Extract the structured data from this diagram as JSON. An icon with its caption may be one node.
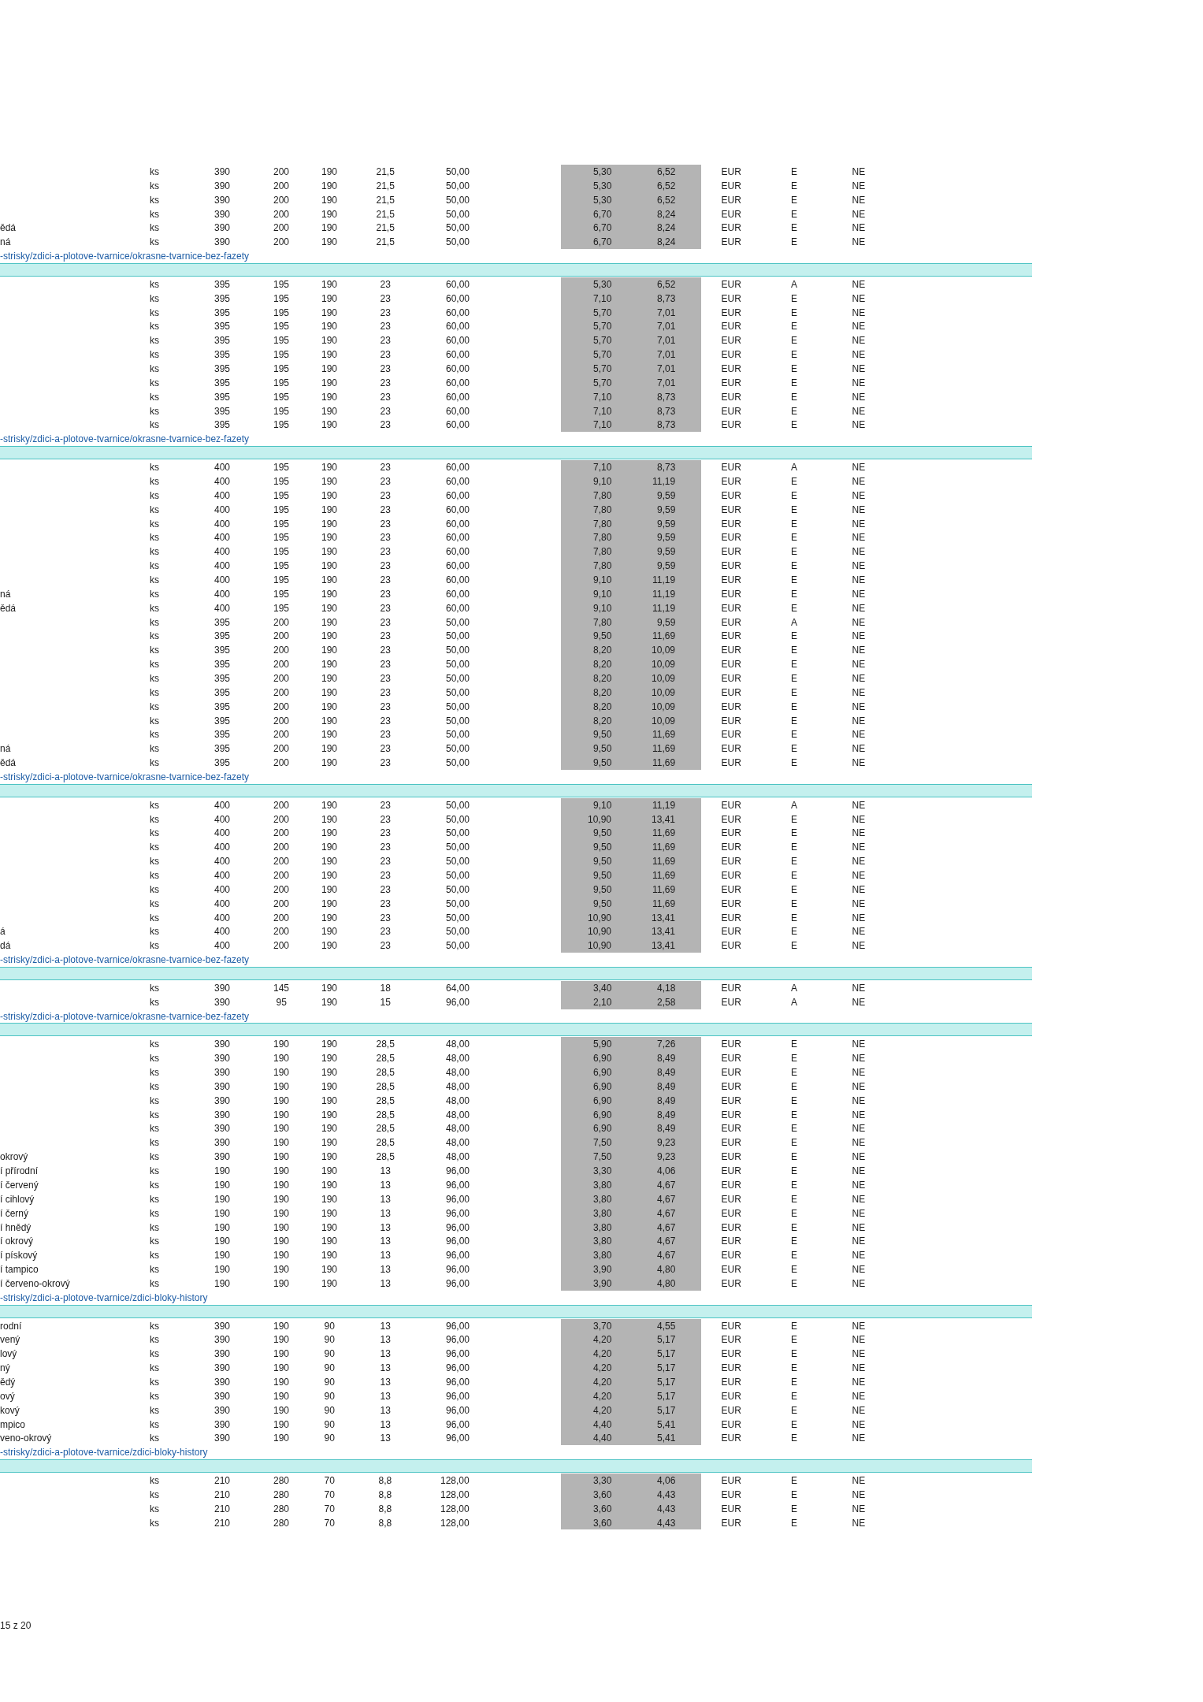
{
  "diagram": {
    "nodes": [
      {
        "text": [],
        "shape": "bar"
      },
      {
        "text": [],
        "shape": "bar"
      },
      {
        "text": [],
        "shape": "bar"
      },
      {
        "text": [],
        "shape": "bar"
      },
      {
        "text": [],
        "shape": "bar"
      },
      {
        "text": [],
        "shape": "bar"
      },
      {
        "text": [],
        "shape": "bar"
      }
    ],
    "labels": [
      "ks",
      "390",
      "200",
      "190",
      "21,5",
      "50,00",
      "5,30",
      "6,52",
      "EUR",
      "E",
      "NE",
      "ks",
      "390",
      "200",
      "190",
      "21,5",
      "50,00",
      "5,30",
      "6,52",
      "EUR",
      "E",
      "NE",
      "ks",
      "390",
      "200",
      "190",
      "21,5",
      "50,00",
      "5,30",
      "6,52",
      "EUR",
      "E",
      "NE",
      "ks",
      "390",
      "200",
      "190",
      "21,5",
      "50,00",
      "6,70",
      "8,24",
      "EUR",
      "E",
      "NE",
      "ědá",
      "ks",
      "390",
      "200",
      "190",
      "21,5",
      "50,00",
      "6,70",
      "8,24",
      "EUR",
      "E",
      "NE",
      "ná",
      "ks",
      "390",
      "200",
      "190",
      "21,5",
      "50,00",
      "6,70",
      "8,24",
      "EUR",
      "E",
      "NE",
      "-strisky/zdici-a-plotove-tvarnice/okrasne-tvarnice-bez-fazety",
      "ks",
      "395",
      "195",
      "190",
      "23",
      "60,00",
      "5,30",
      "6,52",
      "EUR",
      "A",
      "NE",
      "ks",
      "395",
      "195",
      "190",
      "23",
      "60,00",
      "7,10",
      "8,73",
      "EUR",
      "E",
      "NE",
      "ks",
      "395",
      "195",
      "190",
      "23",
      "60,00",
      "5,70",
      "7,01",
      "EUR",
      "E",
      "NE",
      "ks",
      "395",
      "195",
      "190",
      "23",
      "60,00",
      "5,70",
      "7,01",
      "EUR",
      "E",
      "NE",
      "ks",
      "395",
      "195",
      "190",
      "23",
      "60,00",
      "5,70",
      "7,01",
      "EUR",
      "E",
      "NE",
      "ks",
      "395",
      "195",
      "190",
      "23",
      "60,00",
      "5,70",
      "7,01",
      "EUR",
      "E",
      "NE",
      "ks",
      "395",
      "195",
      "190",
      "23",
      "60,00",
      "5,70",
      "7,01",
      "EUR",
      "E",
      "NE",
      "ks",
      "395",
      "195",
      "190",
      "23",
      "60,00",
      "5,70",
      "7,01",
      "EUR",
      "E",
      "NE",
      "ks",
      "395",
      "195",
      "190",
      "23",
      "60,00",
      "7,10",
      "8,73",
      "EUR",
      "E",
      "NE",
      "ks",
      "395",
      "195",
      "190",
      "23",
      "60,00",
      "7,10",
      "8,73",
      "EUR",
      "E",
      "NE",
      "ks",
      "395",
      "195",
      "190",
      "23",
      "60,00",
      "7,10",
      "8,73",
      "EUR",
      "E",
      "NE",
      "-strisky/zdici-a-plotove-tvarnice/okrasne-tvarnice-bez-fazety",
      "ks",
      "400",
      "195",
      "190",
      "23",
      "60,00",
      "7,10",
      "8,73",
      "EUR",
      "A",
      "NE",
      "ks",
      "400",
      "195",
      "190",
      "23",
      "60,00",
      "9,10",
      "11,19",
      "EUR",
      "E",
      "NE",
      "ks",
      "400",
      "195",
      "190",
      "23",
      "60,00",
      "7,80",
      "9,59",
      "EUR",
      "E",
      "NE",
      "ks",
      "400",
      "195",
      "190",
      "23",
      "60,00",
      "7,80",
      "9,59",
      "EUR",
      "E",
      "NE",
      "ks",
      "400",
      "195",
      "190",
      "23",
      "60,00",
      "7,80",
      "9,59",
      "EUR",
      "E",
      "NE",
      "ks",
      "400",
      "195",
      "190",
      "23",
      "60,00",
      "7,80",
      "9,59",
      "EUR",
      "E",
      "NE",
      "ks",
      "400",
      "195",
      "190",
      "23",
      "60,00",
      "7,80",
      "9,59",
      "EUR",
      "E",
      "NE",
      "ks",
      "400",
      "195",
      "190",
      "23",
      "60,00",
      "7,80",
      "9,59",
      "EUR",
      "E",
      "NE",
      "ks",
      "400",
      "195",
      "190",
      "23",
      "60,00",
      "9,10",
      "11,19",
      "EUR",
      "E",
      "NE",
      "ná",
      "ks",
      "400",
      "195",
      "190",
      "23",
      "60,00",
      "9,10",
      "11,19",
      "EUR",
      "E",
      "NE",
      "ědá",
      "ks",
      "400",
      "195",
      "190",
      "23",
      "60,00",
      "9,10",
      "11,19",
      "EUR",
      "E",
      "NE",
      "ks",
      "395",
      "200",
      "190",
      "23",
      "50,00",
      "7,80",
      "9,59",
      "EUR",
      "A",
      "NE",
      "ks",
      "395",
      "200",
      "190",
      "23",
      "50,00",
      "9,50",
      "11,69",
      "EUR",
      "E",
      "NE",
      "ks",
      "395",
      "200",
      "190",
      "23",
      "50,00",
      "8,20",
      "10,09",
      "EUR",
      "E",
      "NE",
      "ks",
      "395",
      "200",
      "190",
      "23",
      "50,00",
      "8,20",
      "10,09",
      "EUR",
      "E",
      "NE",
      "ks",
      "395",
      "200",
      "190",
      "23",
      "50,00",
      "8,20",
      "10,09",
      "EUR",
      "E",
      "NE",
      "ks",
      "395",
      "200",
      "190",
      "23",
      "50,00",
      "8,20",
      "10,09",
      "EUR",
      "E",
      "NE",
      "ks",
      "395",
      "200",
      "190",
      "23",
      "50,00",
      "8,20",
      "10,09",
      "EUR",
      "E",
      "NE",
      "ks",
      "395",
      "200",
      "190",
      "23",
      "50,00",
      "8,20",
      "10,09",
      "EUR",
      "E",
      "NE",
      "ks",
      "395",
      "200",
      "190",
      "23",
      "50,00",
      "9,50",
      "11,69",
      "EUR",
      "E",
      "NE",
      "ná",
      "ks",
      "395",
      "200",
      "190",
      "23",
      "50,00",
      "9,50",
      "11,69",
      "EUR",
      "E",
      "NE",
      "ědá",
      "ks",
      "395",
      "200",
      "190",
      "23",
      "50,00",
      "9,50",
      "11,69",
      "EUR",
      "E",
      "NE",
      "-strisky/zdici-a-plotove-tvarnice/okrasne-tvarnice-bez-fazety",
      "ks",
      "400",
      "200",
      "190",
      "23",
      "50,00",
      "9,10",
      "11,19",
      "EUR",
      "A",
      "NE",
      "ks",
      "400",
      "200",
      "190",
      "23",
      "50,00",
      "10,90",
      "13,41",
      "EUR",
      "E",
      "NE",
      "ks",
      "400",
      "200",
      "190",
      "23",
      "50,00",
      "9,50",
      "11,69",
      "EUR",
      "E",
      "NE",
      "ks",
      "400",
      "200",
      "190",
      "23",
      "50,00",
      "9,50",
      "11,69",
      "EUR",
      "E",
      "NE",
      "ks",
      "400",
      "200",
      "190",
      "23",
      "50,00",
      "9,50",
      "11,69",
      "EUR",
      "E",
      "NE",
      "ks",
      "400",
      "200",
      "190",
      "23",
      "50,00",
      "9,50",
      "11,69",
      "EUR",
      "E",
      "NE",
      "ks",
      "400",
      "200",
      "190",
      "23",
      "50,00",
      "9,50",
      "11,69",
      "EUR",
      "E",
      "NE",
      "ks",
      "400",
      "200",
      "190",
      "23",
      "50,00",
      "9,50",
      "11,69",
      "EUR",
      "E",
      "NE",
      "ks",
      "400",
      "200",
      "190",
      "23",
      "50,00",
      "10,90",
      "13,41",
      "EUR",
      "E",
      "NE",
      "á",
      "ks",
      "400",
      "200",
      "190",
      "23",
      "50,00",
      "10,90",
      "13,41",
      "EUR",
      "E",
      "NE",
      "dá",
      "ks",
      "400",
      "200",
      "190",
      "23",
      "50,00",
      "10,90",
      "13,41",
      "EUR",
      "E",
      "NE",
      "-strisky/zdici-a-plotove-tvarnice/okrasne-tvarnice-bez-fazety",
      "ks",
      "390",
      "145",
      "190",
      "18",
      "64,00",
      "3,40",
      "4,18",
      "EUR",
      "A",
      "NE",
      "ks",
      "390",
      "95",
      "190",
      "15",
      "96,00",
      "2,10",
      "2,58",
      "EUR",
      "A",
      "NE",
      "-strisky/zdici-a-plotove-tvarnice/okrasne-tvarnice-bez-fazety",
      "ks",
      "390",
      "190",
      "190",
      "28,5",
      "48,00",
      "5,90",
      "7,26",
      "EUR",
      "E",
      "NE",
      "ks",
      "390",
      "190",
      "190",
      "28,5",
      "48,00",
      "6,90",
      "8,49",
      "EUR",
      "E",
      "NE",
      "ks",
      "390",
      "190",
      "190",
      "28,5",
      "48,00",
      "6,90",
      "8,49",
      "EUR",
      "E",
      "NE",
      "ks",
      "390",
      "190",
      "190",
      "28,5",
      "48,00",
      "6,90",
      "8,49",
      "EUR",
      "E",
      "NE",
      "ks",
      "390",
      "190",
      "190",
      "28,5",
      "48,00",
      "6,90",
      "8,49",
      "EUR",
      "E",
      "NE",
      "ks",
      "390",
      "190",
      "190",
      "28,5",
      "48,00",
      "6,90",
      "8,49",
      "EUR",
      "E",
      "NE",
      "ks",
      "390",
      "190",
      "190",
      "28,5",
      "48,00",
      "6,90",
      "8,49",
      "EUR",
      "E",
      "NE",
      "ks",
      "390",
      "190",
      "190",
      "28,5",
      "48,00",
      "7,50",
      "9,23",
      "EUR",
      "E",
      "NE",
      "okrový",
      "ks",
      "390",
      "190",
      "190",
      "28,5",
      "48,00",
      "7,50",
      "9,23",
      "EUR",
      "E",
      "NE",
      "í přírodní",
      "ks",
      "190",
      "190",
      "190",
      "13",
      "96,00",
      "3,30",
      "4,06",
      "EUR",
      "E",
      "NE",
      "í červený",
      "ks",
      "190",
      "190",
      "190",
      "13",
      "96,00",
      "3,80",
      "4,67",
      "EUR",
      "E",
      "NE",
      "í cihlový",
      "ks",
      "190",
      "190",
      "190",
      "13",
      "96,00",
      "3,80",
      "4,67",
      "EUR",
      "E",
      "NE",
      "í černý",
      "ks",
      "190",
      "190",
      "190",
      "13",
      "96,00",
      "3,80",
      "4,67",
      "EUR",
      "E",
      "NE",
      "í hnědý",
      "ks",
      "190",
      "190",
      "190",
      "13",
      "96,00",
      "3,80",
      "4,67",
      "EUR",
      "E",
      "NE",
      "í okrový",
      "ks",
      "190",
      "190",
      "190",
      "13",
      "96,00",
      "3,80",
      "4,67",
      "EUR",
      "E",
      "NE",
      "í pískový",
      "ks",
      "190",
      "190",
      "190",
      "13",
      "96,00",
      "3,80",
      "4,67",
      "EUR",
      "E",
      "NE",
      "í tampico",
      "ks",
      "190",
      "190",
      "190",
      "13",
      "96,00",
      "3,90",
      "4,80",
      "EUR",
      "E",
      "NE",
      "í červeno-okrový",
      "ks",
      "190",
      "190",
      "190",
      "13",
      "96,00",
      "3,90",
      "4,80",
      "EUR",
      "E",
      "NE",
      "-strisky/zdici-a-plotove-tvarnice/zdici-bloky-history",
      "rodní",
      "ks",
      "390",
      "190",
      "90",
      "13",
      "96,00",
      "3,70",
      "4,55",
      "EUR",
      "E",
      "NE",
      "vený",
      "ks",
      "390",
      "190",
      "90",
      "13",
      "96,00",
      "4,20",
      "5,17",
      "EUR",
      "E",
      "NE",
      "lový",
      "ks",
      "390",
      "190",
      "90",
      "13",
      "96,00",
      "4,20",
      "5,17",
      "EUR",
      "E",
      "NE",
      "ný",
      "ks",
      "390",
      "190",
      "90",
      "13",
      "96,00",
      "4,20",
      "5,17",
      "EUR",
      "E",
      "NE",
      "ědý",
      "ks",
      "390",
      "190",
      "90",
      "13",
      "96,00",
      "4,20",
      "5,17",
      "EUR",
      "E",
      "NE",
      "ový",
      "ks",
      "390",
      "190",
      "90",
      "13",
      "96,00",
      "4,20",
      "5,17",
      "EUR",
      "E",
      "NE",
      "kový",
      "ks",
      "390",
      "190",
      "90",
      "13",
      "96,00",
      "4,20",
      "5,17",
      "EUR",
      "E",
      "NE",
      "mpico",
      "ks",
      "390",
      "190",
      "90",
      "13",
      "96,00",
      "4,40",
      "5,41",
      "EUR",
      "E",
      "NE",
      "veno-okrový",
      "ks",
      "390",
      "190",
      "90",
      "13",
      "96,00",
      "4,40",
      "5,41",
      "EUR",
      "E",
      "NE",
      "-strisky/zdici-a-plotove-tvarnice/zdici-bloky-history",
      "ks",
      "210",
      "280",
      "70",
      "8,8",
      "128,00",
      "3,30",
      "4,06",
      "EUR",
      "E",
      "NE",
      "ks",
      "210",
      "280",
      "70",
      "8,8",
      "128,00",
      "3,60",
      "4,43",
      "EUR",
      "E",
      "NE",
      "ks",
      "210",
      "280",
      "70",
      "8,8",
      "128,00",
      "3,60",
      "4,43",
      "EUR",
      "E",
      "NE",
      "ks",
      "210",
      "280",
      "70",
      "8,8",
      "128,00",
      "3,60",
      "4,43",
      "EUR",
      "E",
      "NE",
      "15 z 20"
    ]
  }
}
